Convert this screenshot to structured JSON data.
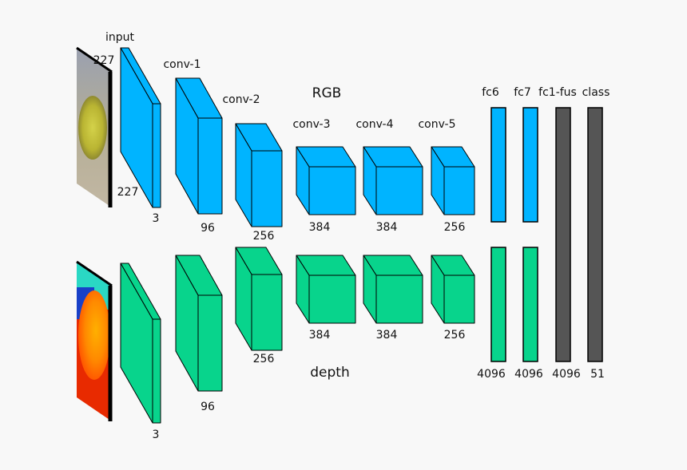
{
  "colors": {
    "rgb_stream": "#00b4ff",
    "depth_stream": "#08d48c",
    "fusion": "#555555",
    "outline": "#000000",
    "background": "#f8f8f8"
  },
  "streams": {
    "rgb_label": "RGB",
    "depth_label": "depth"
  },
  "input": {
    "title": "input",
    "height_label": "227",
    "width_label": "227",
    "rgb_channels": "3",
    "depth_channels": "3"
  },
  "layers": {
    "conv1": {
      "name": "conv-1",
      "rgb_size": "96",
      "depth_size": "96"
    },
    "conv2": {
      "name": "conv-2",
      "rgb_size": "256",
      "depth_size": "256"
    },
    "conv3": {
      "name": "conv-3",
      "rgb_size": "384",
      "depth_size": "384"
    },
    "conv4": {
      "name": "conv-4",
      "rgb_size": "384",
      "depth_size": "384"
    },
    "conv5": {
      "name": "conv-5",
      "rgb_size": "256",
      "depth_size": "256"
    },
    "fc6": {
      "name": "fc6",
      "size": "4096"
    },
    "fc7": {
      "name": "fc7",
      "size": "4096"
    },
    "fc1fus": {
      "name": "fc1-fus",
      "size": "4096"
    },
    "class": {
      "name": "class",
      "size": "51"
    }
  }
}
